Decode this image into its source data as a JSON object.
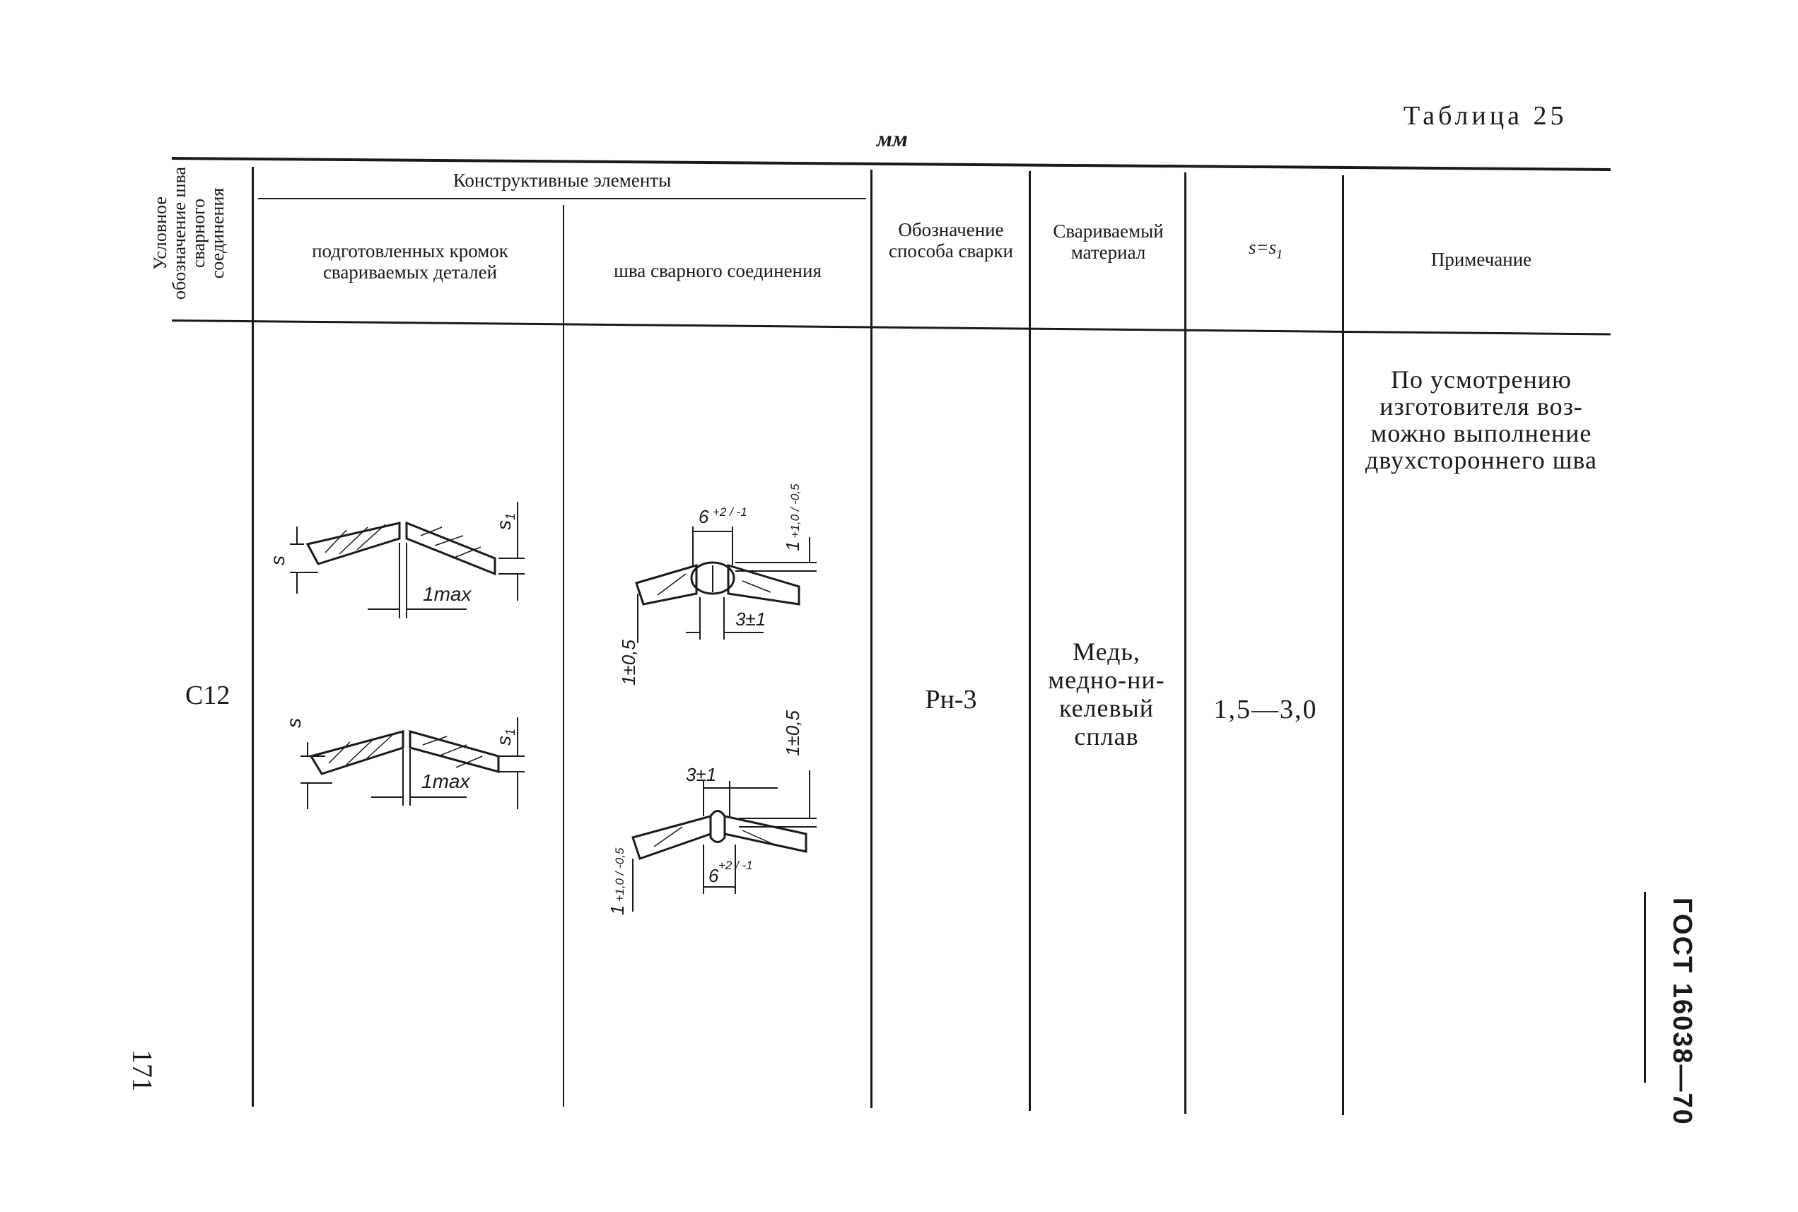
{
  "table_title": "Таблица 25",
  "units": "мм",
  "headers": {
    "designation": "Условное обозначение шва сварного соединения",
    "design_elements": "Конструктивные элементы",
    "prepared_edges": "подготовленных кромок свариваемых деталей",
    "weld_seam": "шва сварного соединения",
    "welding_method": "Обозначение способа сварки",
    "material": "Свариваемый материал",
    "thickness_prefix": "s=s",
    "thickness_sub": "1",
    "note": "Примечание"
  },
  "row": {
    "designation": "С12",
    "method": "Рн-3",
    "material": "Медь, медно-ни-келевый сплав",
    "thickness": "1,5—3,0",
    "note": "По усмотрению изготовителя воз-можно выполнение двухстороннего шва"
  },
  "drawing_labels": {
    "s": "s",
    "s1": "s",
    "s1_sub": "1",
    "gap": "1max",
    "width_top": "6",
    "width_top_tol": "+2 / -1",
    "reinf_top": "1",
    "reinf_top_tol": "+1,0 / -0,5",
    "root_width": "3±1",
    "root_reinf": "1±0,5",
    "root_width_b": "3±1",
    "reinf_b": "1±0,5",
    "width_b": "6",
    "width_b_tol": "+2 / -1",
    "root_b": "1",
    "root_b_tol": "+1,0 / -0,5"
  },
  "side_label": "ГОСТ 16038—70",
  "page_number": "171"
}
